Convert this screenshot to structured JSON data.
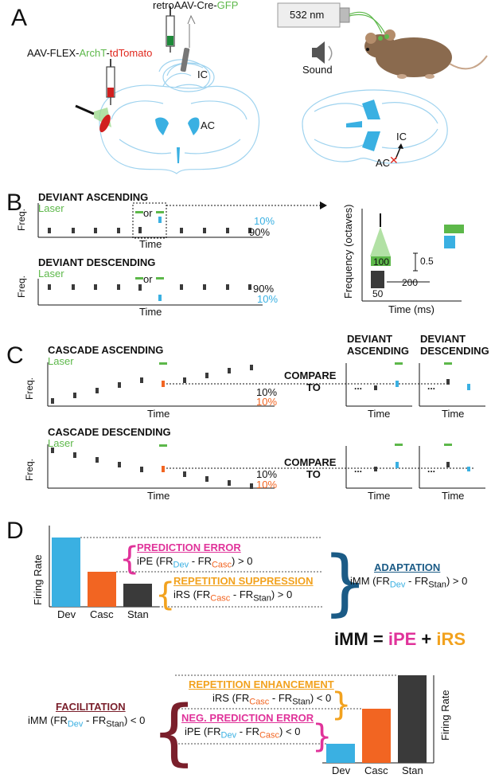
{
  "panels": {
    "a": "A",
    "b": "B",
    "c": "C",
    "d": "D"
  },
  "panelA": {
    "retro_prefix": "retroAAV-Cre-",
    "retro_gfp": "GFP",
    "flex_prefix": "AAV-FLEX-",
    "flex_archt": "ArchT",
    "flex_dash": "-",
    "flex_tdtomato": "tdTomato",
    "ic_label": "IC",
    "ac_label": "AC",
    "laser_box": "532 nm",
    "sound": "Sound",
    "ic_label2": "IC",
    "ac_label2": "AC"
  },
  "panelB": {
    "asc_title": "DEVIANT ASCENDING",
    "desc_title": "DEVIANT DESCENDING",
    "laser": "Laser",
    "freq": "Freq.",
    "time": "Time",
    "or": "or",
    "pct10": "10%",
    "pct90": "90%",
    "inset_ylabel": "Frequency (octaves)",
    "inset_xlabel": "Time (ms)",
    "inset_100": "100",
    "inset_05": "0.5",
    "inset_200": "200",
    "inset_50": "50"
  },
  "panelC": {
    "casc_asc": "CASCADE ASCENDING",
    "casc_desc": "CASCADE DESCENDING",
    "laser": "Laser",
    "freq": "Freq.",
    "time": "Time",
    "compare": "COMPARE",
    "to": "TO",
    "pct10": "10%",
    "dev_asc_1": "DEVIANT",
    "dev_asc_2": "ASCENDING",
    "dev_desc_1": "DEVIANT",
    "dev_desc_2": "DESCENDING",
    "dots": "..."
  },
  "panelD": {
    "firing_rate": "Firing Rate",
    "dev": "Dev",
    "casc": "Casc",
    "stan": "Stan",
    "pred_error": "PREDICTION ERROR",
    "ipe": "iPE",
    "ipe_expr_open": "(FR",
    "sub_dev": "Dev",
    "minus": " - FR",
    "sub_casc": "Casc",
    "gt0": ") > 0",
    "lt0": ") < 0",
    "rep_supp": "REPETITION SUPPRESSION",
    "irs": "iRS",
    "sub_stan": "Stan",
    "adaptation": "ADAPTATION",
    "imm": "iMM",
    "eq_imm": "iMM = ",
    "eq_ipe": "iPE",
    "eq_plus": " + ",
    "eq_irs": "iRS",
    "rep_enh": "REPETITION ENHANCEMENT",
    "neg_pred": "NEG. PREDICTION ERROR",
    "facilitation": "FACILITATION"
  },
  "colors": {
    "green": "#5db84a",
    "blue": "#3ab0e2",
    "orange": "#f26522",
    "dark": "#3a3a3a",
    "pink": "#e0339a",
    "gold": "#f2a21e",
    "navy": "#1b5b86",
    "maroon": "#7a1f2b",
    "brain": "#3ab0e2"
  }
}
